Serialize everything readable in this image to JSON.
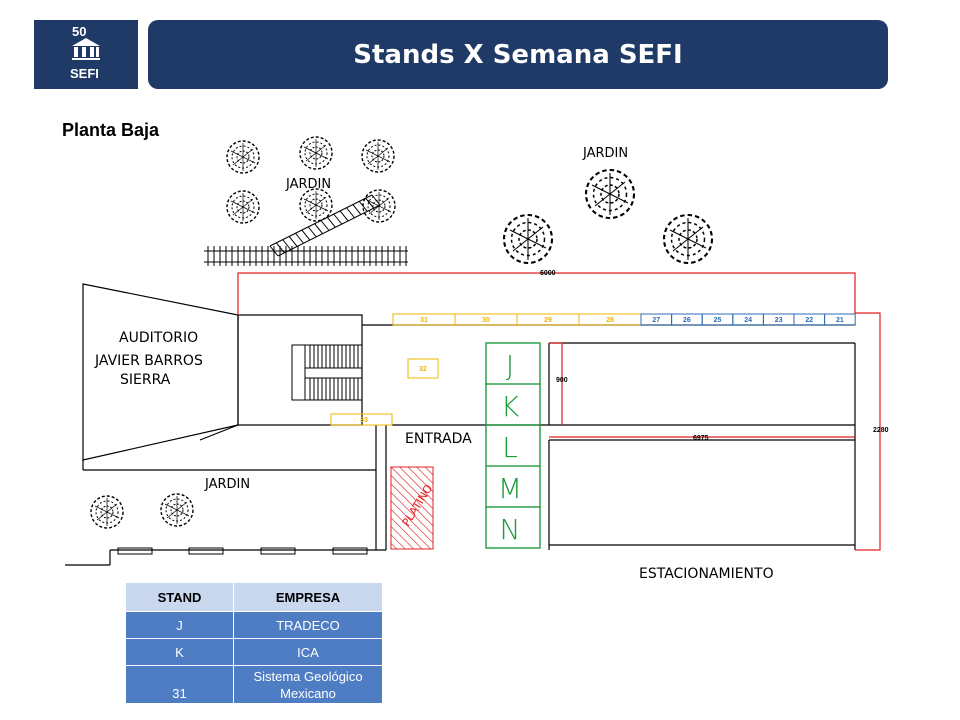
{
  "header": {
    "title": "Stands X Semana SEFI",
    "logo_text": "SEFI",
    "logo_badge": "50"
  },
  "floor": {
    "title": "Planta Baja"
  },
  "map_labels": {
    "garden_top_left": "JARDIN",
    "garden_top_right": "JARDIN",
    "garden_bottom": "JARDIN",
    "auditorium_line1": "AUDITORIO",
    "auditorium_line2": "JAVIER BARROS",
    "auditorium_line3": "SIERRA",
    "entrance": "ENTRADA",
    "parking": "ESTACIONAMIENTO",
    "platinum": "PLATINO",
    "dim_top": "6000",
    "dim_mid": "6975",
    "dim_right": "2280",
    "dim_small": "900"
  },
  "stands_top_yellow": [
    "31",
    "30",
    "29",
    "28"
  ],
  "stands_top_blue": [
    "27",
    "26",
    "25",
    "24",
    "23",
    "22",
    "21"
  ],
  "stand_32": "32",
  "stand_33": "33",
  "stands_green": [
    "J",
    "K",
    "L",
    "M",
    "N"
  ],
  "table": {
    "headers": [
      "STAND",
      "EMPRESA"
    ],
    "rows": [
      [
        "J",
        "TRADECO"
      ],
      [
        "K",
        "ICA"
      ],
      [
        "31",
        "Sistema Geológico Mexicano"
      ]
    ]
  },
  "colors": {
    "brand": "#1f3a66",
    "stand_yellow": "#f0b400",
    "stand_blue": "#2d6bb5",
    "stand_green": "#1a9a3a",
    "outline_red": "#e02020"
  }
}
